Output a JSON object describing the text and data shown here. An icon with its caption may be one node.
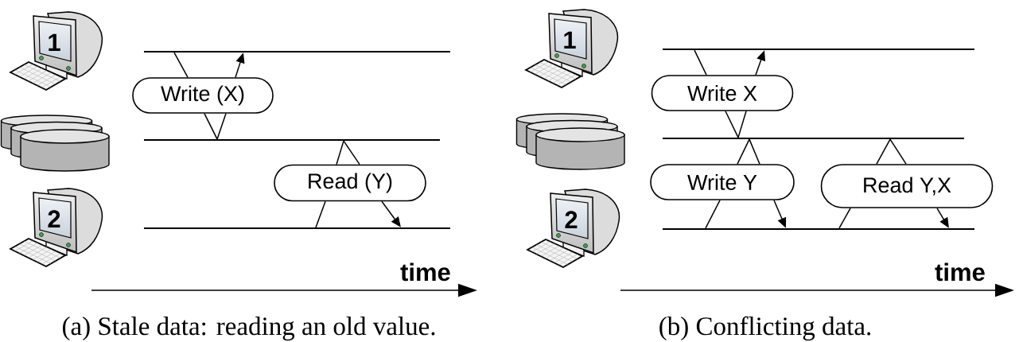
{
  "diagram": {
    "nodes": [
      {
        "text": [
          "1"
        ]
      },
      {
        "text": [],
        "shape": "cylinder"
      },
      {
        "text": [
          "2"
        ]
      },
      {
        "text": [],
        "shape": "line"
      },
      {
        "text": [],
        "shape": "line"
      },
      {
        "text": [],
        "shape": "line"
      },
      {
        "text": [
          "Write (X)"
        ]
      },
      {
        "text": [
          "Read (Y)"
        ]
      },
      {
        "text": [
          "1"
        ]
      },
      {
        "text": [],
        "shape": "cylinder"
      },
      {
        "text": [
          "2"
        ]
      },
      {
        "text": [],
        "shape": "line"
      },
      {
        "text": [],
        "shape": "line"
      },
      {
        "text": [],
        "shape": "line"
      },
      {
        "text": [
          "Write X"
        ]
      },
      {
        "text": [
          "Write Y"
        ]
      },
      {
        "text": [
          "Read Y,X"
        ]
      }
    ],
    "edges": [
      {
        "from": 3,
        "to": 6,
        "arrow": "none"
      },
      {
        "from": 6,
        "to": 4,
        "arrow": "none"
      },
      {
        "from": 4,
        "to": 6,
        "arrow": "none"
      },
      {
        "from": 6,
        "to": 3,
        "arrow": "to"
      },
      {
        "from": 4,
        "to": 7,
        "arrow": "none"
      },
      {
        "from": 7,
        "to": 4,
        "arrow": "none"
      },
      {
        "from": 5,
        "to": 7,
        "arrow": "none"
      },
      {
        "from": 7,
        "to": 5,
        "arrow": "to"
      },
      {
        "from": 11,
        "to": 14,
        "arrow": "none"
      },
      {
        "from": 14,
        "to": 12,
        "arrow": "none"
      },
      {
        "from": 12,
        "to": 14,
        "arrow": "none"
      },
      {
        "from": 14,
        "to": 11,
        "arrow": "to"
      },
      {
        "from": 12,
        "to": 15,
        "arrow": "none"
      },
      {
        "from": 15,
        "to": 12,
        "arrow": "none"
      },
      {
        "from": 13,
        "to": 15,
        "arrow": "none"
      },
      {
        "from": 15,
        "to": 13,
        "arrow": "to"
      },
      {
        "from": 12,
        "to": 16,
        "arrow": "none"
      },
      {
        "from": 16,
        "to": 12,
        "arrow": "none"
      },
      {
        "from": 13,
        "to": 16,
        "arrow": "none"
      },
      {
        "from": 16,
        "to": 13,
        "arrow": "to"
      }
    ],
    "labels": [
      "time",
      "time",
      "(a) Stale data: reading an old value.",
      "(b) Conflicting data."
    ]
  }
}
